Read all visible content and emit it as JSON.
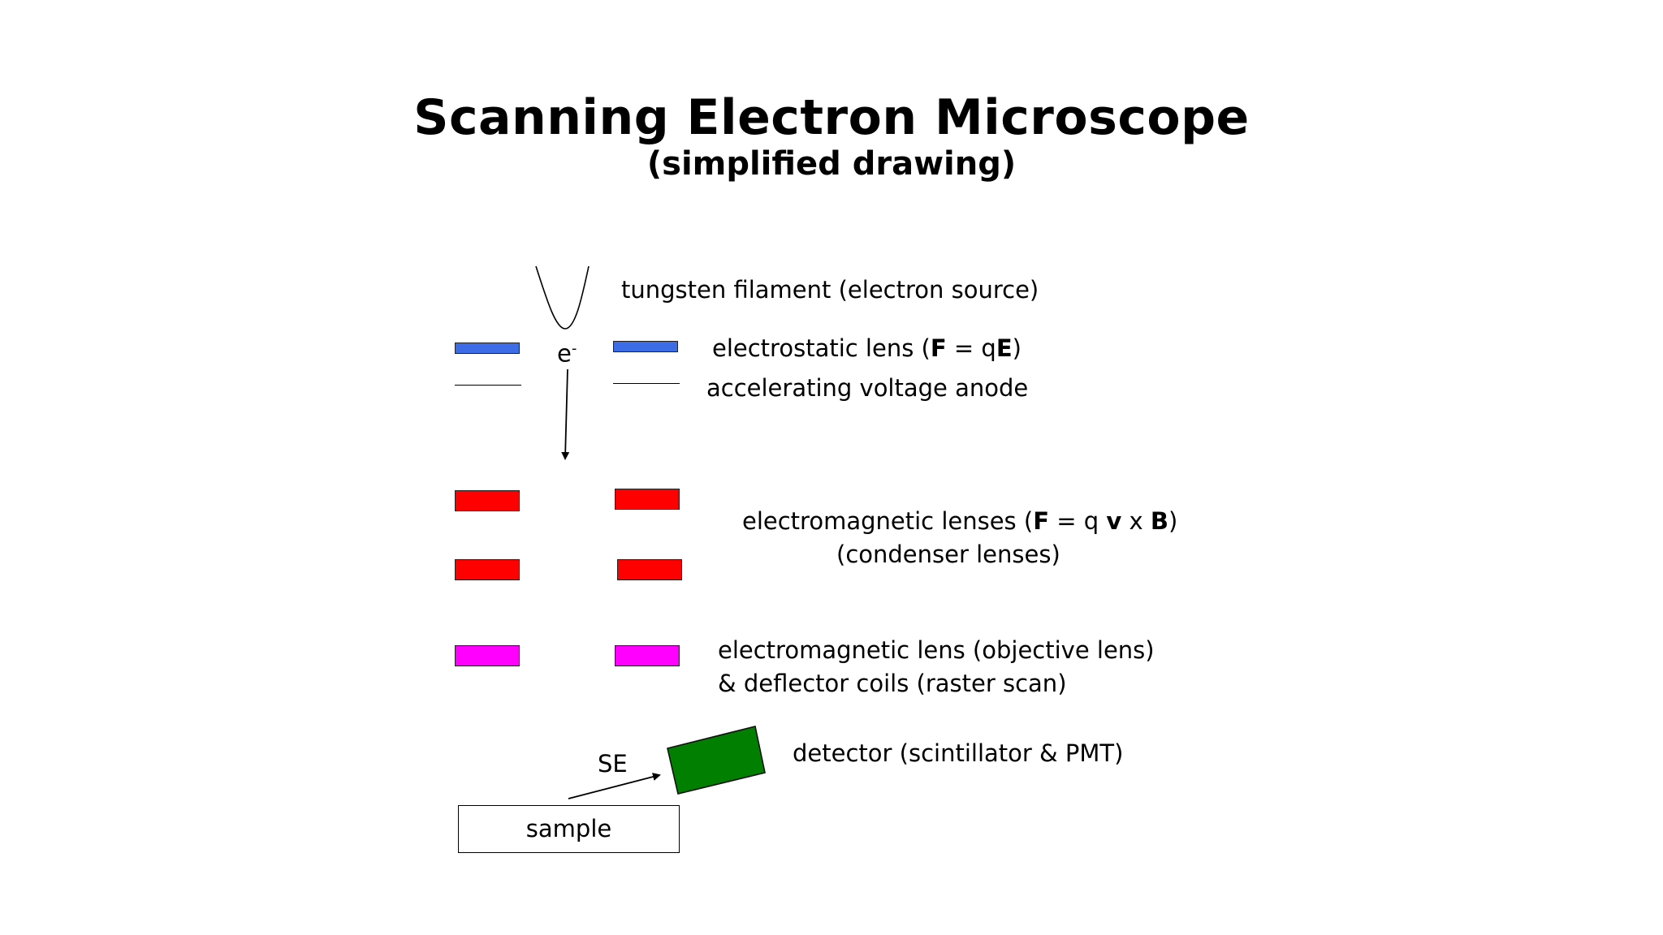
{
  "title": "Scanning Electron Microscope",
  "subtitle": "(simplified drawing)",
  "electron_label": {
    "base": "e",
    "sup": "-"
  },
  "se_label": "SE",
  "sample_label": "sample",
  "labels": {
    "filament": "tungsten filament (electron source)",
    "electrostatic": {
      "pre": "electrostatic lens (",
      "F": "F",
      "eq": " = q",
      "E": "E",
      "post": ")"
    },
    "anode": "accelerating voltage anode",
    "electromagnetic": {
      "pre": "electromagnetic lenses (",
      "F": "F",
      "eq": " = q ",
      "v": "v",
      "x": " x ",
      "B": "B",
      "post": ")"
    },
    "condenser": "(condenser lenses)",
    "objective_line1": "electromagnetic lens (objective lens)",
    "objective_line2": "& deflector coils (raster scan)",
    "detector": "detector (scintillator & PMT)"
  },
  "colors": {
    "electrostatic_lens": "#3d6de6",
    "condenser_lens": "#ff0000",
    "objective_lens": "#ff00ff",
    "detector": "#007f00"
  }
}
